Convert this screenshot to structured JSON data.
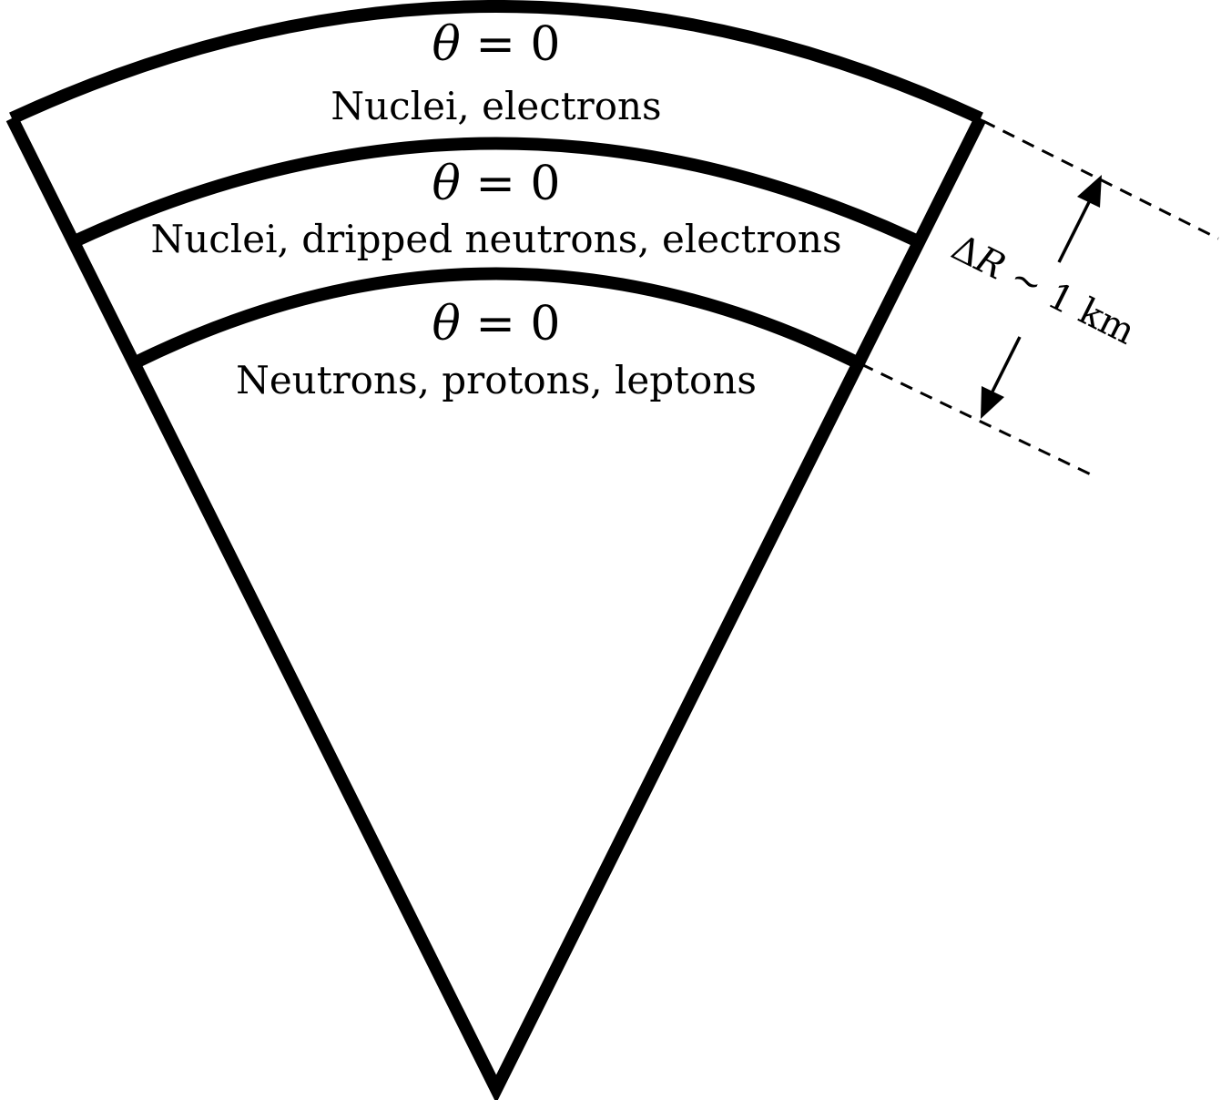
{
  "layers": [
    {
      "condition_symbol": "θ",
      "condition_rest": " = 0",
      "label": "Nuclei, electrons"
    },
    {
      "condition_symbol": "θ",
      "condition_rest": " = 0",
      "label": "Nuclei, dripped neutrons, electrons"
    },
    {
      "condition_symbol": "θ",
      "condition_rest": " = 0",
      "label": "Neutrons, protons, leptons"
    }
  ],
  "thickness": {
    "delta": "Δ",
    "symbol": "R",
    "rest": " ∼ 1 km"
  },
  "colors": {
    "stroke": "#000000",
    "background": "#ffffff"
  }
}
